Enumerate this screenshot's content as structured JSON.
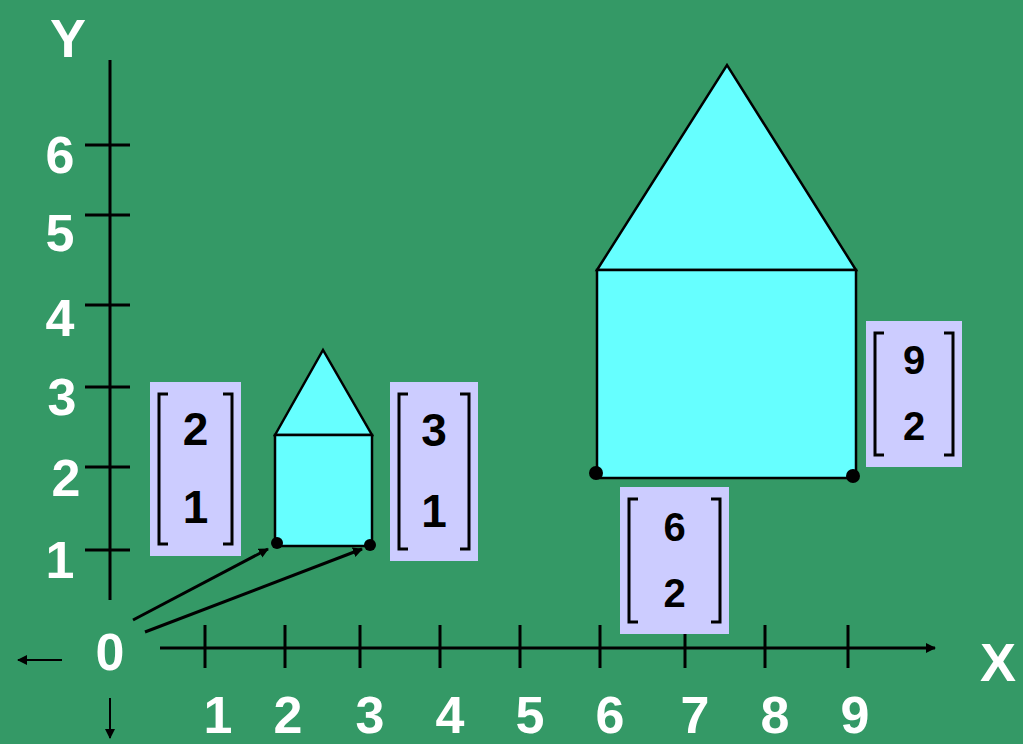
{
  "diagram": {
    "nodes": [
      {
        "text": [
          "2",
          "1"
        ]
      },
      {
        "text": [
          "3",
          "1"
        ]
      },
      {
        "text": [
          "6",
          "2"
        ]
      },
      {
        "text": [
          "9",
          "2"
        ]
      }
    ],
    "labels": [
      "Y",
      "6",
      "5",
      "4",
      "3",
      "2",
      "1",
      "0",
      "X",
      "1",
      "2",
      "3",
      "4",
      "5",
      "6",
      "7",
      "8",
      "9"
    ]
  }
}
